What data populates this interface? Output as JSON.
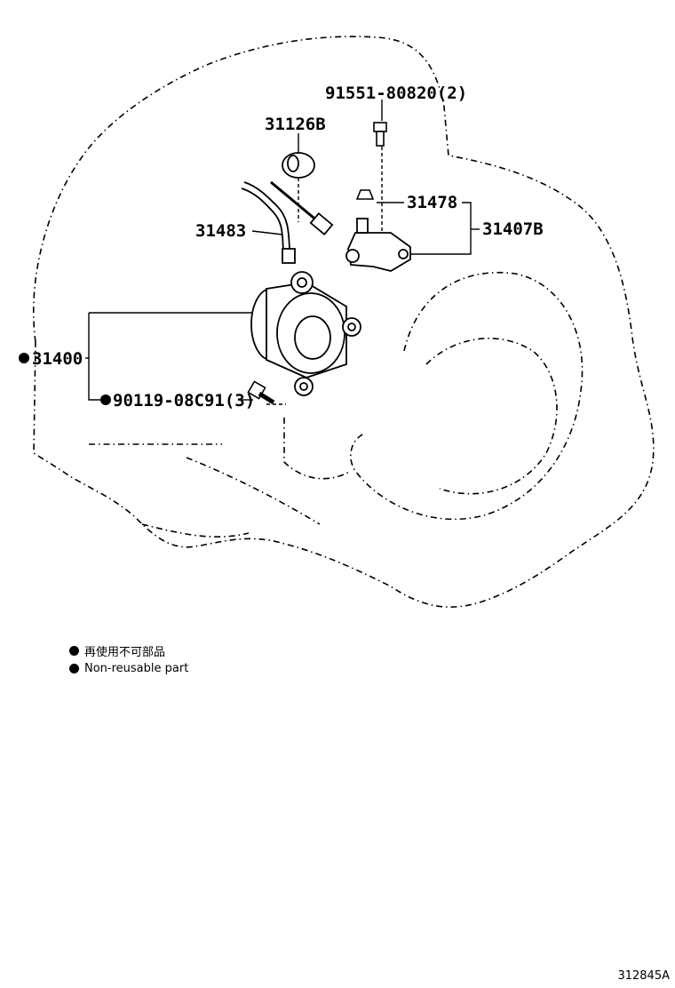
{
  "parts": {
    "bolt_top": "91551-80820(2)",
    "boot": "31126B",
    "bleeder_cap": "31478",
    "tube": "31483",
    "union_assembly": "31407B",
    "release_cylinder": "31400",
    "bolt_lower": "90119-08C91(3)"
  },
  "legend": {
    "jp": "再使用不可部品",
    "en": "Non-reusable part"
  },
  "reference_code": "312845A"
}
